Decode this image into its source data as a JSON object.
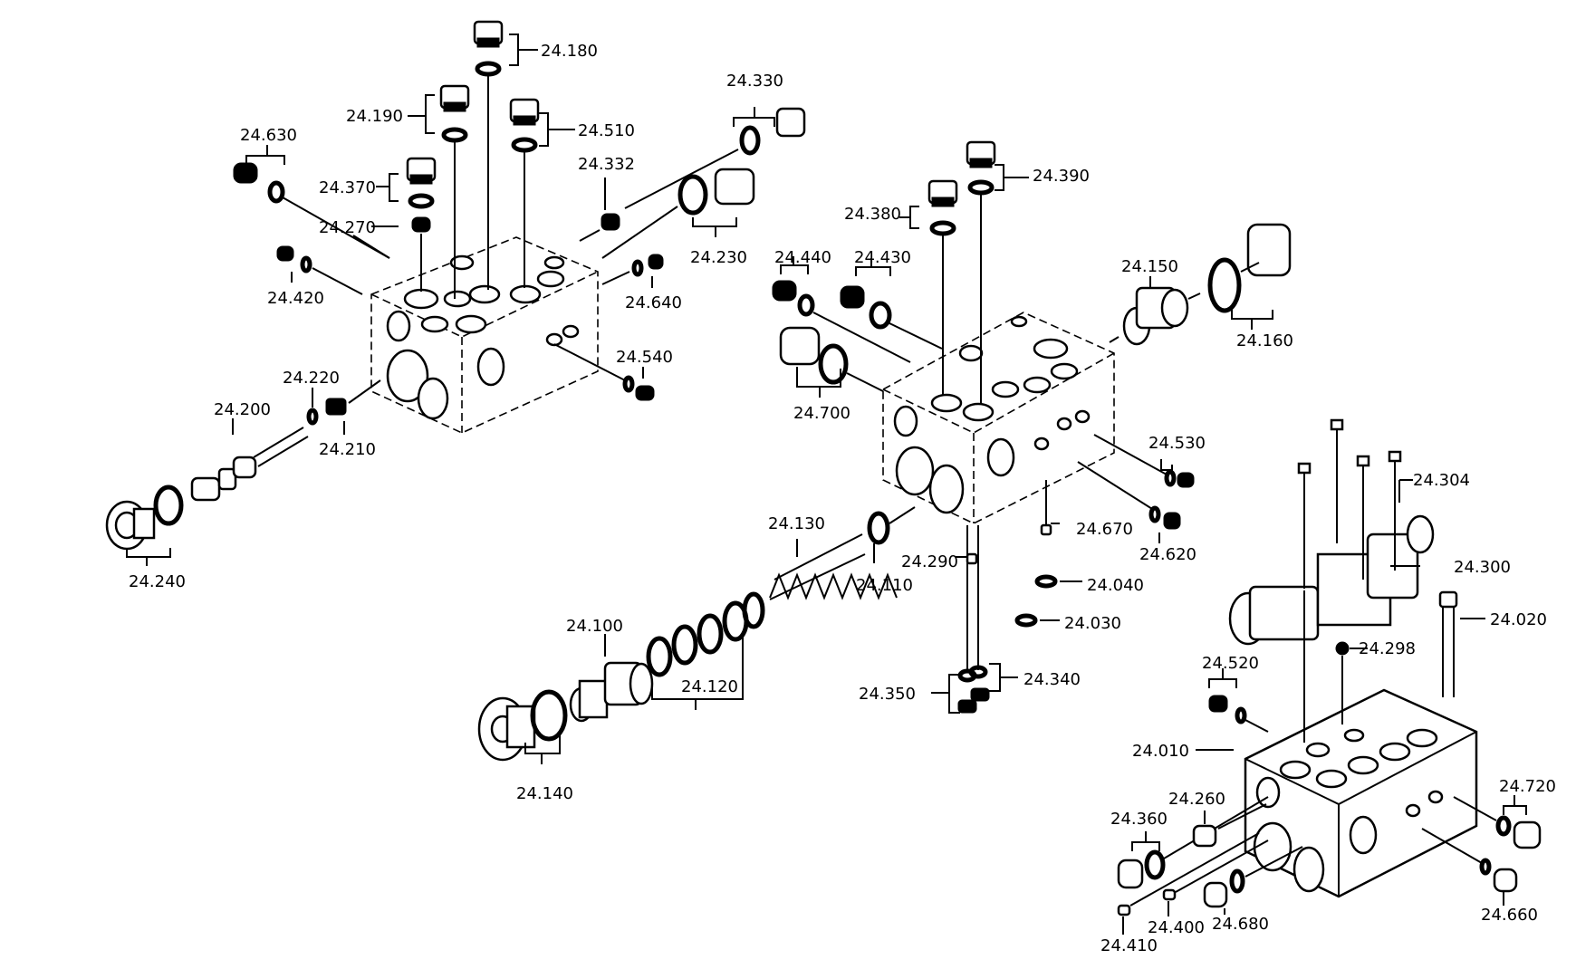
{
  "labels": {
    "l24180": "24.180",
    "l24190": "24.190",
    "l24510": "24.510",
    "l24630": "24.630",
    "l24370": "24.370",
    "l24270": "24.270",
    "l24330": "24.330",
    "l24332": "24.332",
    "l24230": "24.230",
    "l24420": "24.420",
    "l24640": "24.640",
    "l24540": "24.540",
    "l24220": "24.220",
    "l24200": "24.200",
    "l24210": "24.210",
    "l24240": "24.240",
    "l24390": "24.390",
    "l24380": "24.380",
    "l24440": "24.440",
    "l24430": "24.430",
    "l24150": "24.150",
    "l24160": "24.160",
    "l24700": "24.700",
    "l24530": "24.530",
    "l24670": "24.670",
    "l24620": "24.620",
    "l24130": "24.130",
    "l24110": "24.110",
    "l24290": "24.290",
    "l24040": "24.040",
    "l24030": "24.030",
    "l24100": "24.100",
    "l24120": "24.120",
    "l24140": "24.140",
    "l24350": "24.350",
    "l24340": "24.340",
    "l24304": "24.304",
    "l24300": "24.300",
    "l24020": "24.020",
    "l24298": "24.298",
    "l24520": "24.520",
    "l24010": "24.010",
    "l24720": "24.720",
    "l24360": "24.360",
    "l24260": "24.260",
    "l24660": "24.660",
    "l24410": "24.410",
    "l24400": "24.400",
    "l24680": "24.680"
  },
  "colors": {
    "line": "#000000",
    "background": "#ffffff"
  }
}
